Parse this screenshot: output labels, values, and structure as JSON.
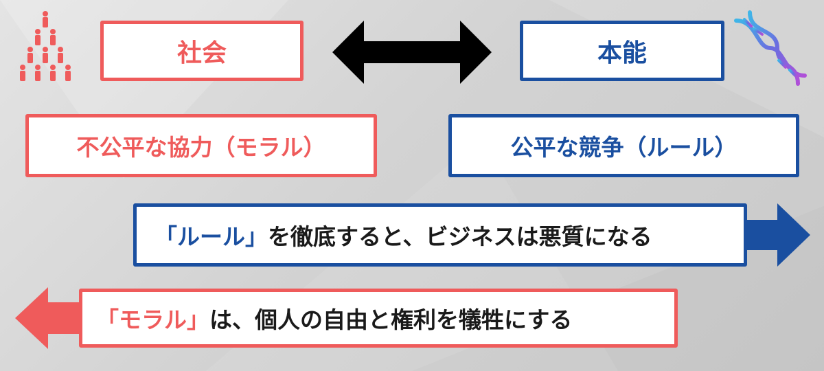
{
  "society": {
    "label": "社会"
  },
  "instinct": {
    "label": "本能"
  },
  "moral": {
    "label": "不公平な協力（モラル）"
  },
  "rule": {
    "label": "公平な競争（ルール）"
  },
  "rule_statement": {
    "term": "「ルール」",
    "rest": "を徹底すると、ビジネスは悪質になる"
  },
  "moral_statement": {
    "term": "「モラル」",
    "rest": "は、個人の自由と権利を犠牲にする"
  },
  "colors": {
    "red": "#ef5b5b",
    "blue": "#1a4fa0",
    "black": "#000000"
  },
  "icons": [
    "people-pyramid-icon",
    "dna-icon",
    "double-arrow-icon",
    "right-arrow-icon",
    "left-arrow-icon"
  ]
}
